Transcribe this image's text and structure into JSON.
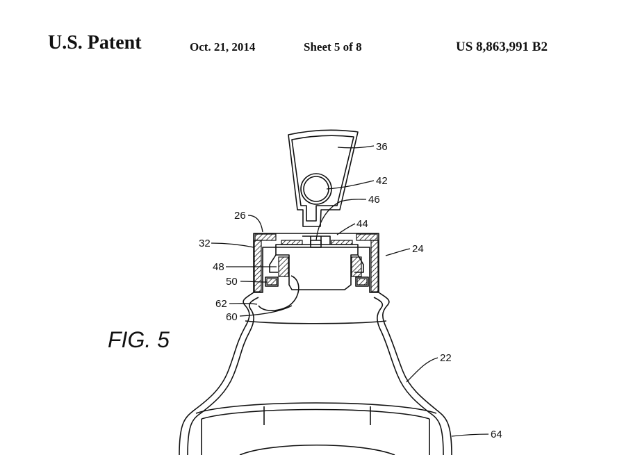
{
  "header": {
    "publisher": "U.S. Patent",
    "date": "Oct. 21, 2014",
    "sheet": "Sheet 5 of 8",
    "number": "US 8,863,991 B2"
  },
  "figure": {
    "label": "FIG. 5",
    "refs": {
      "r36": "36",
      "r42": "42",
      "r46": "46",
      "r44": "44",
      "r26": "26",
      "r32": "32",
      "r24": "24",
      "r48": "48",
      "r50": "50",
      "r62": "62",
      "r60": "60",
      "r22": "22",
      "r64": "64"
    }
  }
}
